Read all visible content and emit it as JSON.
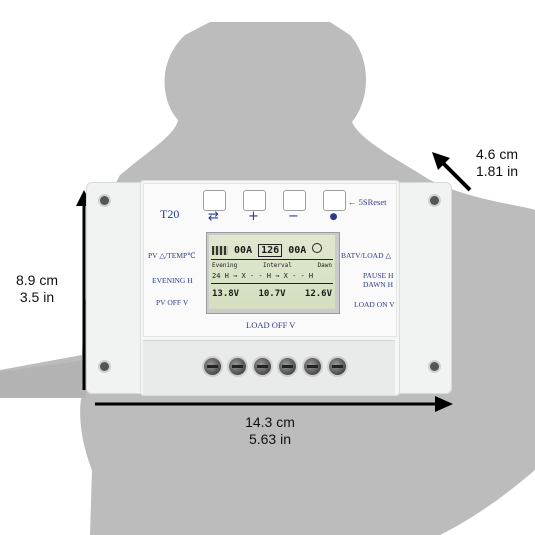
{
  "dimensions": {
    "depth_cm": "4.6 cm",
    "depth_in": "1.81 in",
    "height_cm": "8.9 cm",
    "height_in": "3.5 in",
    "width_cm": "14.3 cm",
    "width_in": "5.63 in"
  },
  "controller": {
    "model": "T20",
    "keys": [
      {
        "icon": "arrows-swap-icon",
        "symbol": "⇄"
      },
      {
        "icon": "plus-icon",
        "symbol": "+"
      },
      {
        "icon": "minus-icon",
        "symbol": "−"
      },
      {
        "icon": "bulb-icon",
        "symbol": "💡"
      }
    ],
    "reset_label": "← 5SReset",
    "labels": {
      "pv_temp": "PV △/TEMP℃",
      "evening": "EVENING H",
      "pv_off": "PV OFF V",
      "batt_load": "BATV/LOAD △",
      "pause": "PAUSE H",
      "dawn": "DAWN H",
      "load_on": "LOAD ON V",
      "load_off": "LOAD OFF V"
    },
    "lcd": {
      "top_values": [
        "00A",
        "126",
        "00A"
      ],
      "header": [
        "Evening",
        "Interval",
        "Dawn"
      ],
      "timing": "24 H ⇒ X - - H ⇒ X - - H",
      "bottom": [
        "13.8V",
        "10.7V",
        "12.6V"
      ]
    },
    "colors": {
      "label": "#2b3a8a",
      "lcd": "#d9e3c6",
      "body": "#f4f5f5"
    }
  }
}
